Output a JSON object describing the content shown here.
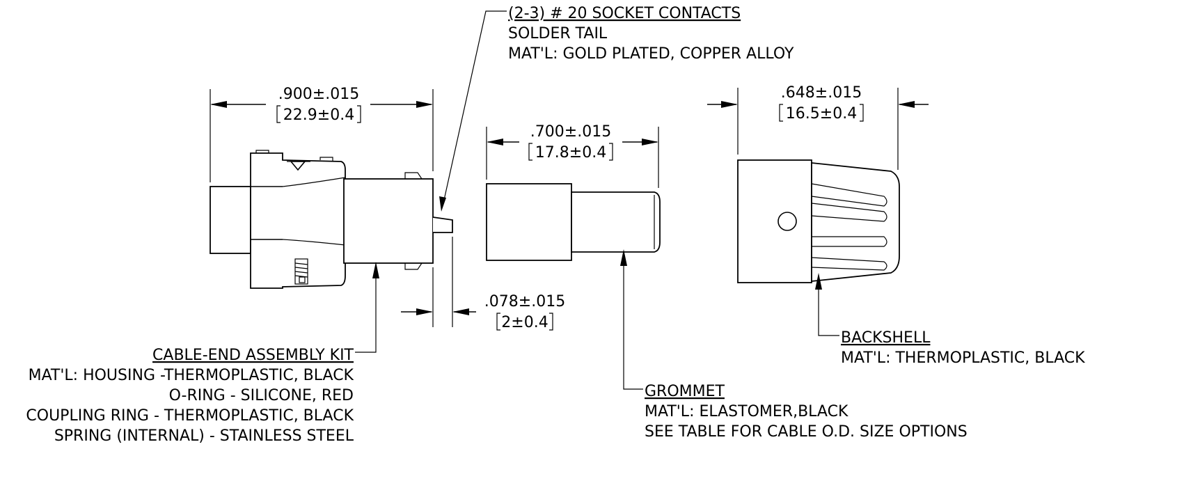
{
  "callouts": {
    "contacts": {
      "title": "(2-3) # 20 SOCKET CONTACTS",
      "lines": [
        "SOLDER TAIL",
        "MAT'L: GOLD PLATED, COPPER ALLOY"
      ]
    },
    "cable_end": {
      "title": "CABLE-END ASSEMBLY KIT",
      "lines": [
        "MAT'L: HOUSING -THERMOPLASTIC, BLACK",
        "O-RING - SILICONE, RED",
        "COUPLING RING - THERMOPLASTIC, BLACK",
        "SPRING (INTERNAL) - STAINLESS STEEL"
      ]
    },
    "grommet": {
      "title": "GROMMET",
      "lines": [
        "MAT'L: ELASTOMER,BLACK",
        "SEE TABLE FOR CABLE O.D. SIZE OPTIONS"
      ]
    },
    "backshell": {
      "title": "BACKSHELL",
      "lines": [
        "MAT'L: THERMOPLASTIC, BLACK"
      ]
    }
  },
  "dimensions": {
    "assembly_length": {
      "inch": ".900±.015",
      "mm": "22.9±0.4"
    },
    "grommet_length": {
      "inch": ".700±.015",
      "mm": "17.8±0.4"
    },
    "backshell_length": {
      "inch": ".648±.015",
      "mm": "16.5±0.4"
    },
    "tail_length": {
      "inch": ".078±.015",
      "mm": "2±0.4"
    }
  },
  "colors": {
    "line": "#000000",
    "background": "#ffffff"
  }
}
